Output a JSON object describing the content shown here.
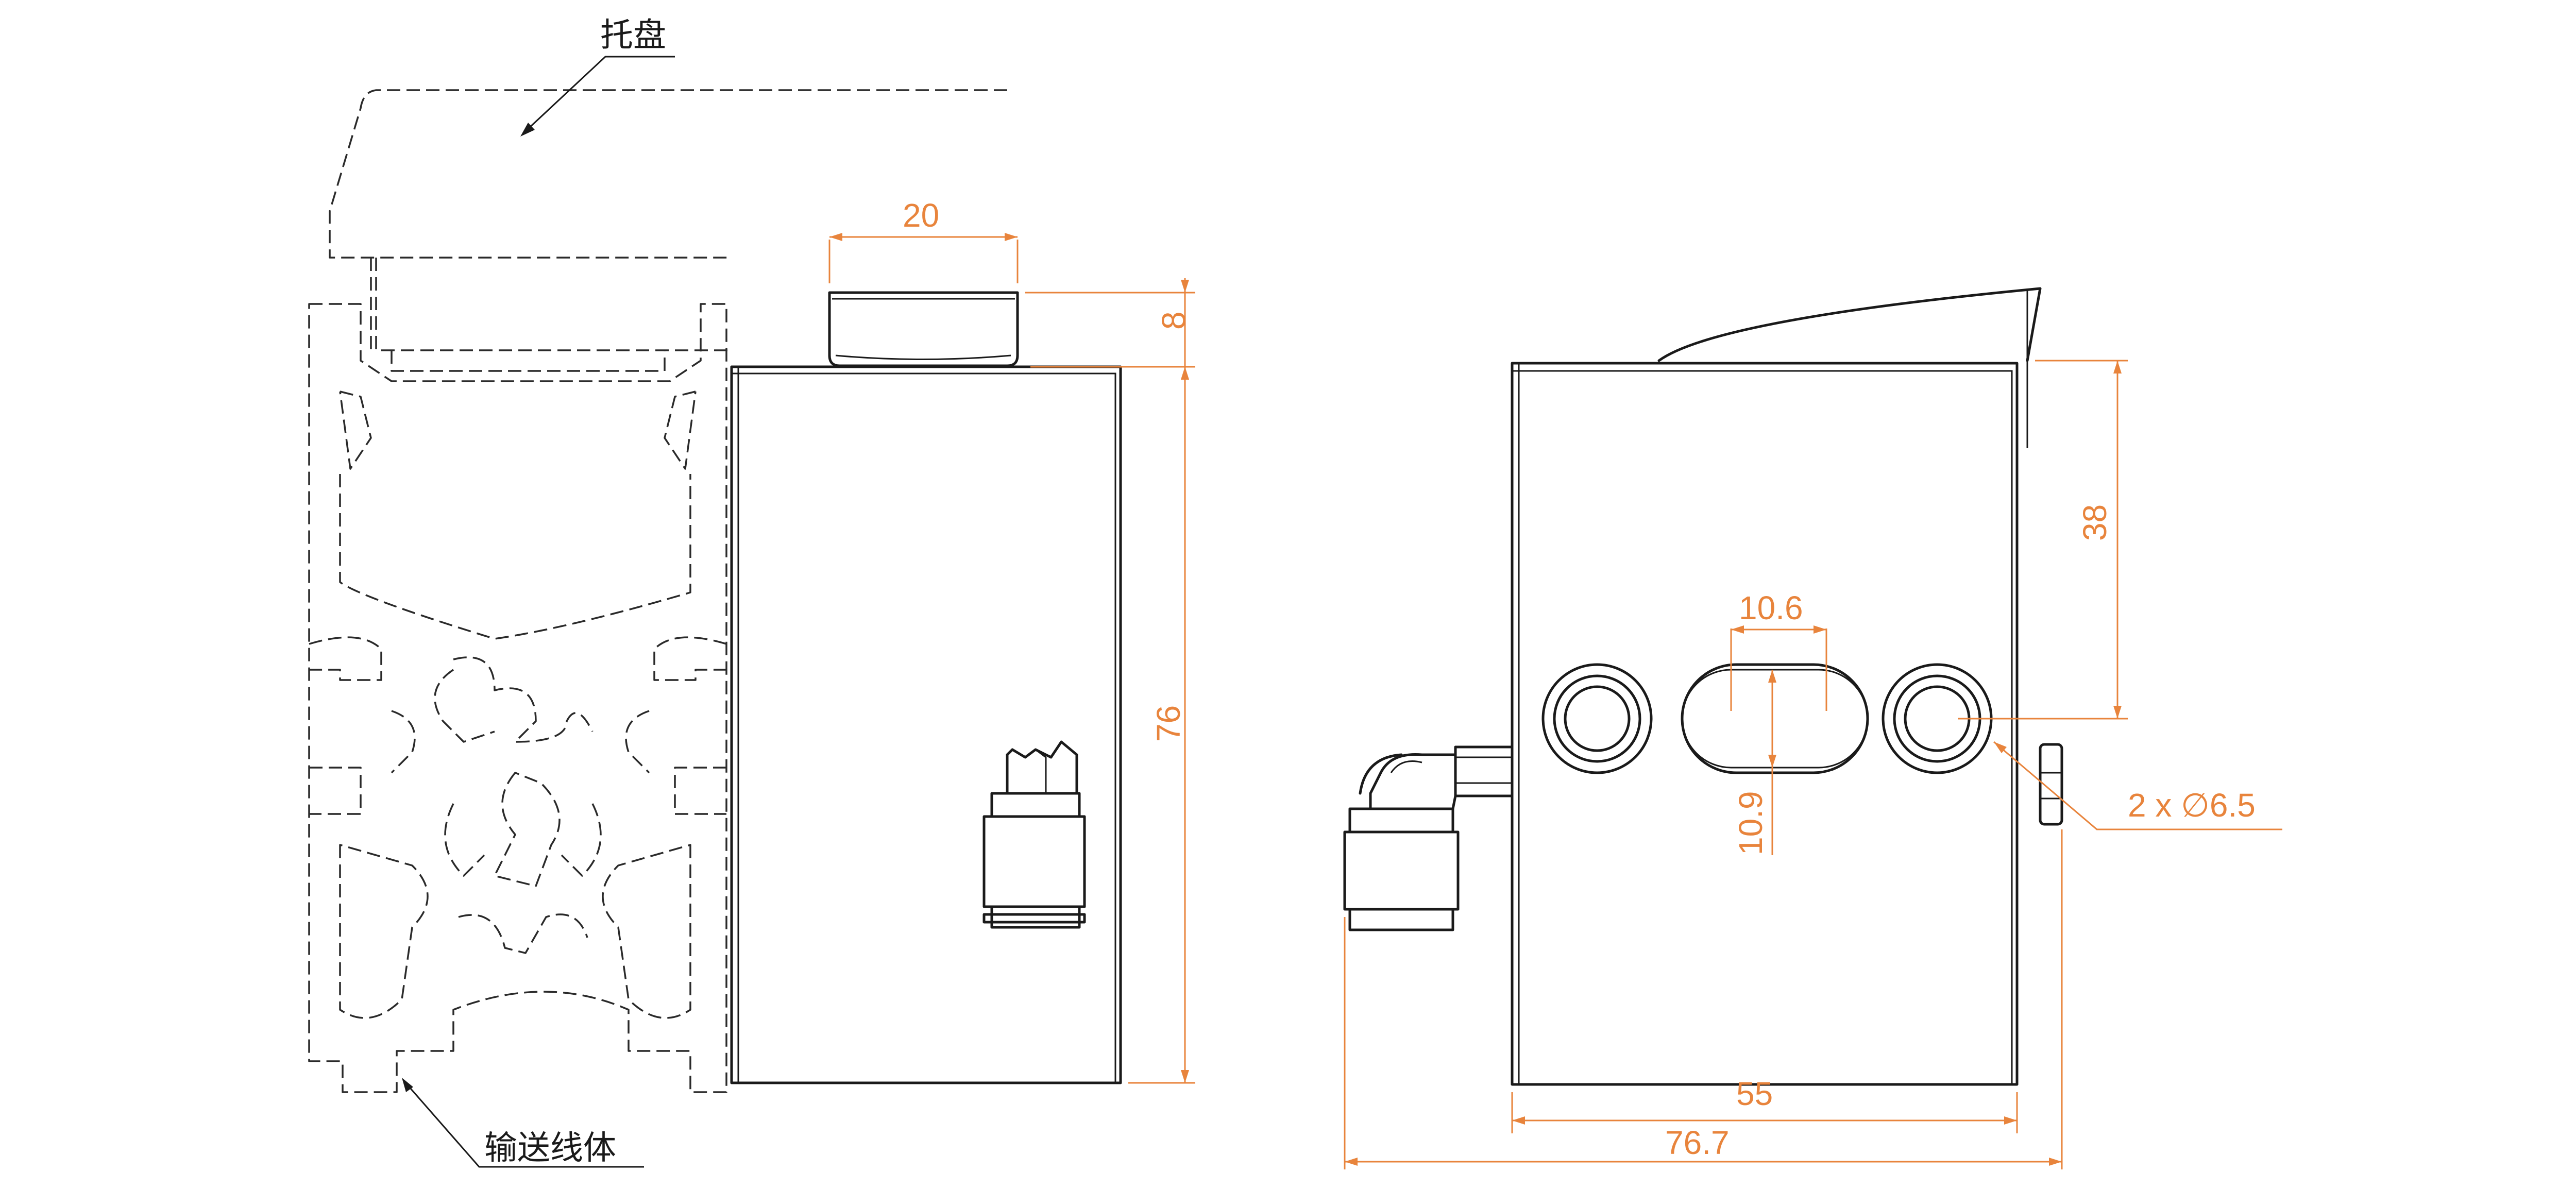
{
  "labels": {
    "tray": "托盘",
    "conveyor": "输送线体"
  },
  "dimensions": {
    "top_width": "20",
    "top_height": "8",
    "body_height": "76",
    "upper_height": "38",
    "slot_width": "10.6",
    "slot_height": "10.9",
    "holes": "2 x ∅6.5",
    "body_width": "55",
    "overall_width": "76.7"
  },
  "colors": {
    "dimension": "#e8843c",
    "line": "#1a1a1a"
  },
  "icons": {
    "fitting_left_view": "push-in-fitting-icon",
    "fitting_right_view": "elbow-fitting-icon"
  }
}
